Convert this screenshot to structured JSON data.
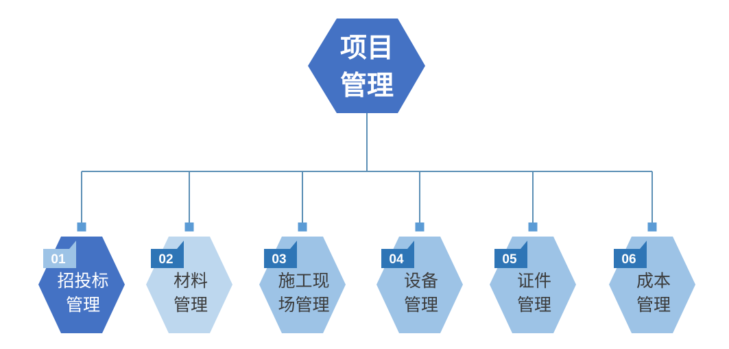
{
  "root": {
    "lines": [
      "项目",
      "管理"
    ],
    "color": "#4472C4"
  },
  "nodes": [
    {
      "number": "01",
      "lines": [
        "招投标",
        "管理"
      ],
      "fill": "#4472C4",
      "text_color": "#ffffff",
      "tab_color": "#9DC3E6"
    },
    {
      "number": "02",
      "lines": [
        "材料",
        "管理"
      ],
      "fill": "#BDD7EE",
      "text_color": "#3b3b3b",
      "tab_color": "#2E75B6"
    },
    {
      "number": "03",
      "lines": [
        "施工现",
        "场管理"
      ],
      "fill": "#9DC3E6",
      "text_color": "#3b3b3b",
      "tab_color": "#2E75B6"
    },
    {
      "number": "04",
      "lines": [
        "设备",
        "管理"
      ],
      "fill": "#9DC3E6",
      "text_color": "#3b3b3b",
      "tab_color": "#2E75B6"
    },
    {
      "number": "05",
      "lines": [
        "证件",
        "管理"
      ],
      "fill": "#9DC3E6",
      "text_color": "#3b3b3b",
      "tab_color": "#2E75B6"
    },
    {
      "number": "06",
      "lines": [
        "成本",
        "管理"
      ],
      "fill": "#9DC3E6",
      "text_color": "#3b3b3b",
      "tab_color": "#2E75B6"
    }
  ],
  "connector_color": "#5B9BD5",
  "line_color": "#5B8FB5"
}
